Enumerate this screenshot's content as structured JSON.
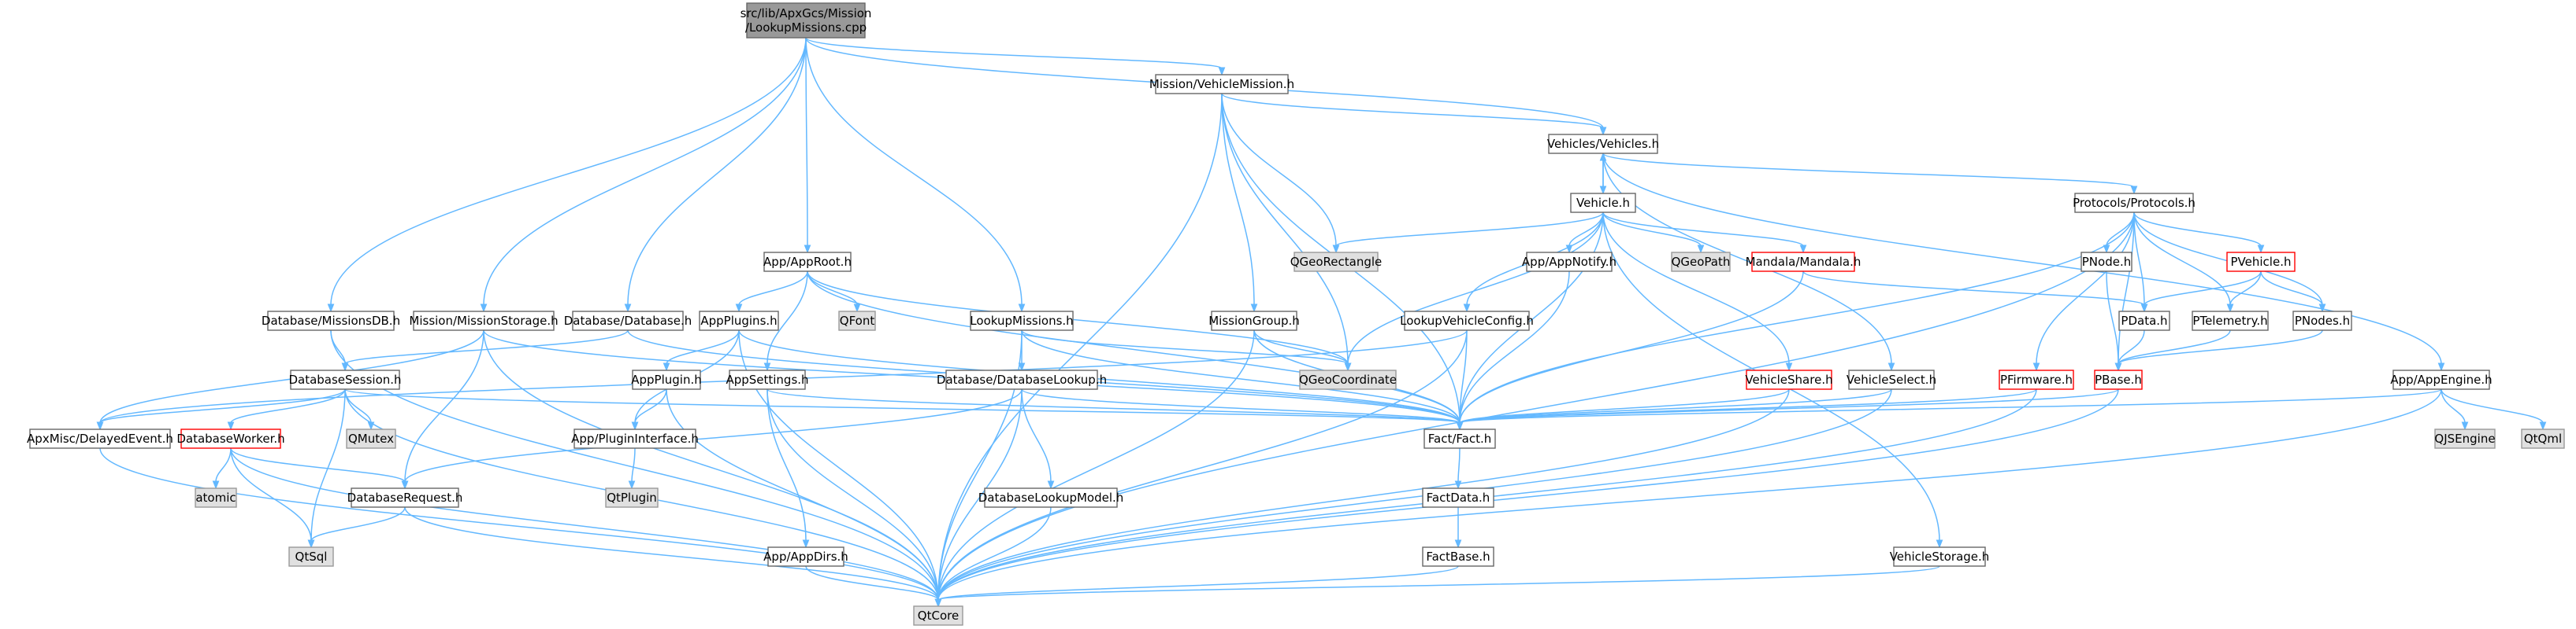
{
  "graph": {
    "colors": {
      "edge": "#63b8ff",
      "root_fill": "#999999",
      "root_border": "#666666",
      "node_fill": "#ffffff",
      "node_border": "#666666",
      "external_fill": "#e0e0e0",
      "external_border": "#999999",
      "alert_border": "#ff0000"
    },
    "nodes": [
      {
        "id": "root",
        "lines": [
          "src/lib/ApxGcs/Mission",
          "/LookupMissions.cpp"
        ],
        "style": "root"
      },
      {
        "id": "vehmission",
        "lines": [
          "Mission/VehicleMission.h"
        ],
        "style": "normal"
      },
      {
        "id": "vehicles",
        "lines": [
          "Vehicles/Vehicles.h"
        ],
        "style": "normal"
      },
      {
        "id": "vehicle",
        "lines": [
          "Vehicle.h"
        ],
        "style": "normal"
      },
      {
        "id": "protocols",
        "lines": [
          "Protocols/Protocols.h"
        ],
        "style": "normal"
      },
      {
        "id": "qgeorect",
        "lines": [
          "QGeoRectangle"
        ],
        "style": "external"
      },
      {
        "id": "approot",
        "lines": [
          "App/AppRoot.h"
        ],
        "style": "normal"
      },
      {
        "id": "appnotify",
        "lines": [
          "App/AppNotify.h"
        ],
        "style": "normal"
      },
      {
        "id": "qgeopath",
        "lines": [
          "QGeoPath"
        ],
        "style": "external"
      },
      {
        "id": "mandala",
        "lines": [
          "Mandala/Mandala.h"
        ],
        "style": "alert"
      },
      {
        "id": "pnode",
        "lines": [
          "PNode.h"
        ],
        "style": "normal"
      },
      {
        "id": "pvehicle",
        "lines": [
          "PVehicle.h"
        ],
        "style": "alert"
      },
      {
        "id": "missionsdb",
        "lines": [
          "Database/MissionsDB.h"
        ],
        "style": "normal"
      },
      {
        "id": "missionstorage",
        "lines": [
          "Mission/MissionStorage.h"
        ],
        "style": "normal"
      },
      {
        "id": "database",
        "lines": [
          "Database/Database.h"
        ],
        "style": "normal"
      },
      {
        "id": "appplugins",
        "lines": [
          "AppPlugins.h"
        ],
        "style": "normal"
      },
      {
        "id": "qfont",
        "lines": [
          "QFont"
        ],
        "style": "external"
      },
      {
        "id": "lookupmissions",
        "lines": [
          "LookupMissions.h"
        ],
        "style": "normal"
      },
      {
        "id": "missiongroup",
        "lines": [
          "MissionGroup.h"
        ],
        "style": "normal"
      },
      {
        "id": "lookupvehcfg",
        "lines": [
          "LookupVehicleConfig.h"
        ],
        "style": "normal"
      },
      {
        "id": "pdata",
        "lines": [
          "PData.h"
        ],
        "style": "normal"
      },
      {
        "id": "ptelemetry",
        "lines": [
          "PTelemetry.h"
        ],
        "style": "normal"
      },
      {
        "id": "pnodes",
        "lines": [
          "PNodes.h"
        ],
        "style": "normal"
      },
      {
        "id": "dbsession",
        "lines": [
          "DatabaseSession.h"
        ],
        "style": "normal"
      },
      {
        "id": "appplugin",
        "lines": [
          "AppPlugin.h"
        ],
        "style": "normal"
      },
      {
        "id": "appsettings",
        "lines": [
          "AppSettings.h"
        ],
        "style": "normal"
      },
      {
        "id": "dblookup",
        "lines": [
          "Database/DatabaseLookup.h"
        ],
        "style": "normal"
      },
      {
        "id": "qgeocoord",
        "lines": [
          "QGeoCoordinate"
        ],
        "style": "external"
      },
      {
        "id": "vehshare",
        "lines": [
          "VehicleShare.h"
        ],
        "style": "alert"
      },
      {
        "id": "vehselect",
        "lines": [
          "VehicleSelect.h"
        ],
        "style": "normal"
      },
      {
        "id": "pfirmware",
        "lines": [
          "PFirmware.h"
        ],
        "style": "alert"
      },
      {
        "id": "pbase",
        "lines": [
          "PBase.h"
        ],
        "style": "alert"
      },
      {
        "id": "appengine",
        "lines": [
          "App/AppEngine.h"
        ],
        "style": "normal"
      },
      {
        "id": "delayedevent",
        "lines": [
          "ApxMisc/DelayedEvent.h"
        ],
        "style": "normal"
      },
      {
        "id": "dbworker",
        "lines": [
          "DatabaseWorker.h"
        ],
        "style": "alert"
      },
      {
        "id": "qmutex",
        "lines": [
          "QMutex"
        ],
        "style": "external"
      },
      {
        "id": "plugininterface",
        "lines": [
          "App/PluginInterface.h"
        ],
        "style": "normal"
      },
      {
        "id": "fact",
        "lines": [
          "Fact/Fact.h"
        ],
        "style": "normal"
      },
      {
        "id": "qjsengine",
        "lines": [
          "QJSEngine"
        ],
        "style": "external"
      },
      {
        "id": "qtqml",
        "lines": [
          "QtQml"
        ],
        "style": "external"
      },
      {
        "id": "atomic",
        "lines": [
          "atomic"
        ],
        "style": "external"
      },
      {
        "id": "dbrequest",
        "lines": [
          "DatabaseRequest.h"
        ],
        "style": "normal"
      },
      {
        "id": "qtplugin",
        "lines": [
          "QtPlugin"
        ],
        "style": "external"
      },
      {
        "id": "dblookupmodel",
        "lines": [
          "DatabaseLookupModel.h"
        ],
        "style": "normal"
      },
      {
        "id": "factdata",
        "lines": [
          "FactData.h"
        ],
        "style": "normal"
      },
      {
        "id": "factbase",
        "lines": [
          "FactBase.h"
        ],
        "style": "normal"
      },
      {
        "id": "qtsql",
        "lines": [
          "QtSql"
        ],
        "style": "external"
      },
      {
        "id": "appdirs",
        "lines": [
          "App/AppDirs.h"
        ],
        "style": "normal"
      },
      {
        "id": "vehstorage",
        "lines": [
          "VehicleStorage.h"
        ],
        "style": "normal"
      },
      {
        "id": "qtcore",
        "lines": [
          "QtCore"
        ],
        "style": "external"
      }
    ],
    "edges": [
      [
        "root",
        "vehmission"
      ],
      [
        "root",
        "vehicles"
      ],
      [
        "root",
        "approot"
      ],
      [
        "root",
        "missionsdb"
      ],
      [
        "root",
        "missionstorage"
      ],
      [
        "root",
        "database"
      ],
      [
        "root",
        "lookupmissions"
      ],
      [
        "vehmission",
        "vehicles"
      ],
      [
        "vehmission",
        "qgeorect"
      ],
      [
        "vehmission",
        "missiongroup"
      ],
      [
        "vehmission",
        "qgeocoord"
      ],
      [
        "vehmission",
        "fact"
      ],
      [
        "vehmission",
        "qtcore"
      ],
      [
        "vehicles",
        "vehicle"
      ],
      [
        "vehicles",
        "protocols"
      ],
      [
        "vehicles",
        "appengine"
      ],
      [
        "vehicles",
        "vehselect"
      ],
      [
        "vehicle",
        "vehicles"
      ],
      [
        "vehicle",
        "qgeorect"
      ],
      [
        "vehicle",
        "appnotify"
      ],
      [
        "vehicle",
        "qgeopath"
      ],
      [
        "vehicle",
        "mandala"
      ],
      [
        "vehicle",
        "lookupvehcfg"
      ],
      [
        "vehicle",
        "vehshare"
      ],
      [
        "vehicle",
        "qgeocoord"
      ],
      [
        "vehicle",
        "fact"
      ],
      [
        "vehicle",
        "vehstorage"
      ],
      [
        "protocols",
        "pnode"
      ],
      [
        "protocols",
        "pvehicle"
      ],
      [
        "protocols",
        "pdata"
      ],
      [
        "protocols",
        "ptelemetry"
      ],
      [
        "protocols",
        "pnodes"
      ],
      [
        "protocols",
        "pfirmware"
      ],
      [
        "protocols",
        "pbase"
      ],
      [
        "protocols",
        "fact"
      ],
      [
        "protocols",
        "qtcore"
      ],
      [
        "approot",
        "qfont"
      ],
      [
        "approot",
        "appplugins"
      ],
      [
        "approot",
        "appsettings"
      ],
      [
        "approot",
        "qgeocoord"
      ],
      [
        "approot",
        "fact"
      ],
      [
        "appnotify",
        "fact"
      ],
      [
        "mandala",
        "fact"
      ],
      [
        "mandala",
        "pdata"
      ],
      [
        "pnode",
        "pbase"
      ],
      [
        "pvehicle",
        "pdata"
      ],
      [
        "pvehicle",
        "ptelemetry"
      ],
      [
        "pvehicle",
        "pnodes"
      ],
      [
        "pdata",
        "pbase"
      ],
      [
        "ptelemetry",
        "pbase"
      ],
      [
        "pnodes",
        "pbase"
      ],
      [
        "pbase",
        "fact"
      ],
      [
        "pbase",
        "qtcore"
      ],
      [
        "pfirmware",
        "fact"
      ],
      [
        "pfirmware",
        "qtcore"
      ],
      [
        "missionsdb",
        "dbsession"
      ],
      [
        "missionsdb",
        "qtcore"
      ],
      [
        "missionstorage",
        "dbrequest"
      ],
      [
        "missionstorage",
        "delayedevent"
      ],
      [
        "missionstorage",
        "qtcore"
      ],
      [
        "missionstorage",
        "fact"
      ],
      [
        "database",
        "dbsession"
      ],
      [
        "database",
        "fact"
      ],
      [
        "appplugins",
        "appplugin"
      ],
      [
        "appplugins",
        "plugininterface"
      ],
      [
        "appplugins",
        "fact"
      ],
      [
        "appplugins",
        "qtcore"
      ],
      [
        "lookupmissions",
        "dblookup"
      ],
      [
        "lookupmissions",
        "qgeocoord"
      ],
      [
        "lookupmissions",
        "fact"
      ],
      [
        "lookupmissions",
        "qtcore"
      ],
      [
        "missiongroup",
        "qgeocoord"
      ],
      [
        "missiongroup",
        "fact"
      ],
      [
        "missiongroup",
        "qtcore"
      ],
      [
        "lookupvehcfg",
        "delayedevent"
      ],
      [
        "lookupvehcfg",
        "fact"
      ],
      [
        "lookupvehcfg",
        "qtcore"
      ],
      [
        "dbsession",
        "delayedevent"
      ],
      [
        "dbsession",
        "dbworker"
      ],
      [
        "dbsession",
        "qmutex"
      ],
      [
        "dbsession",
        "qtsql"
      ],
      [
        "dbsession",
        "fact"
      ],
      [
        "dbsession",
        "qtcore"
      ],
      [
        "appplugin",
        "plugininterface"
      ],
      [
        "appplugin",
        "qtcore"
      ],
      [
        "appsettings",
        "appdirs"
      ],
      [
        "appsettings",
        "fact"
      ],
      [
        "appsettings",
        "qtcore"
      ],
      [
        "dblookup",
        "dbrequest"
      ],
      [
        "dblookup",
        "dblookupmodel"
      ],
      [
        "dblookup",
        "fact"
      ],
      [
        "dblookup",
        "qtcore"
      ],
      [
        "vehshare",
        "fact"
      ],
      [
        "vehshare",
        "qtcore"
      ],
      [
        "vehselect",
        "fact"
      ],
      [
        "vehselect",
        "qtcore"
      ],
      [
        "appengine",
        "qjsengine"
      ],
      [
        "appengine",
        "qtqml"
      ],
      [
        "appengine",
        "fact"
      ],
      [
        "appengine",
        "qtcore"
      ],
      [
        "delayedevent",
        "qtcore"
      ],
      [
        "dbworker",
        "atomic"
      ],
      [
        "dbworker",
        "dbrequest"
      ],
      [
        "dbworker",
        "qtsql"
      ],
      [
        "dbworker",
        "qtcore"
      ],
      [
        "plugininterface",
        "qtplugin"
      ],
      [
        "fact",
        "factdata"
      ],
      [
        "factdata",
        "factbase"
      ],
      [
        "factbase",
        "qtcore"
      ],
      [
        "dbrequest",
        "qtsql"
      ],
      [
        "dbrequest",
        "qtcore"
      ],
      [
        "dblookupmodel",
        "qtcore"
      ],
      [
        "appdirs",
        "qtcore"
      ],
      [
        "vehstorage",
        "qtcore"
      ]
    ]
  }
}
